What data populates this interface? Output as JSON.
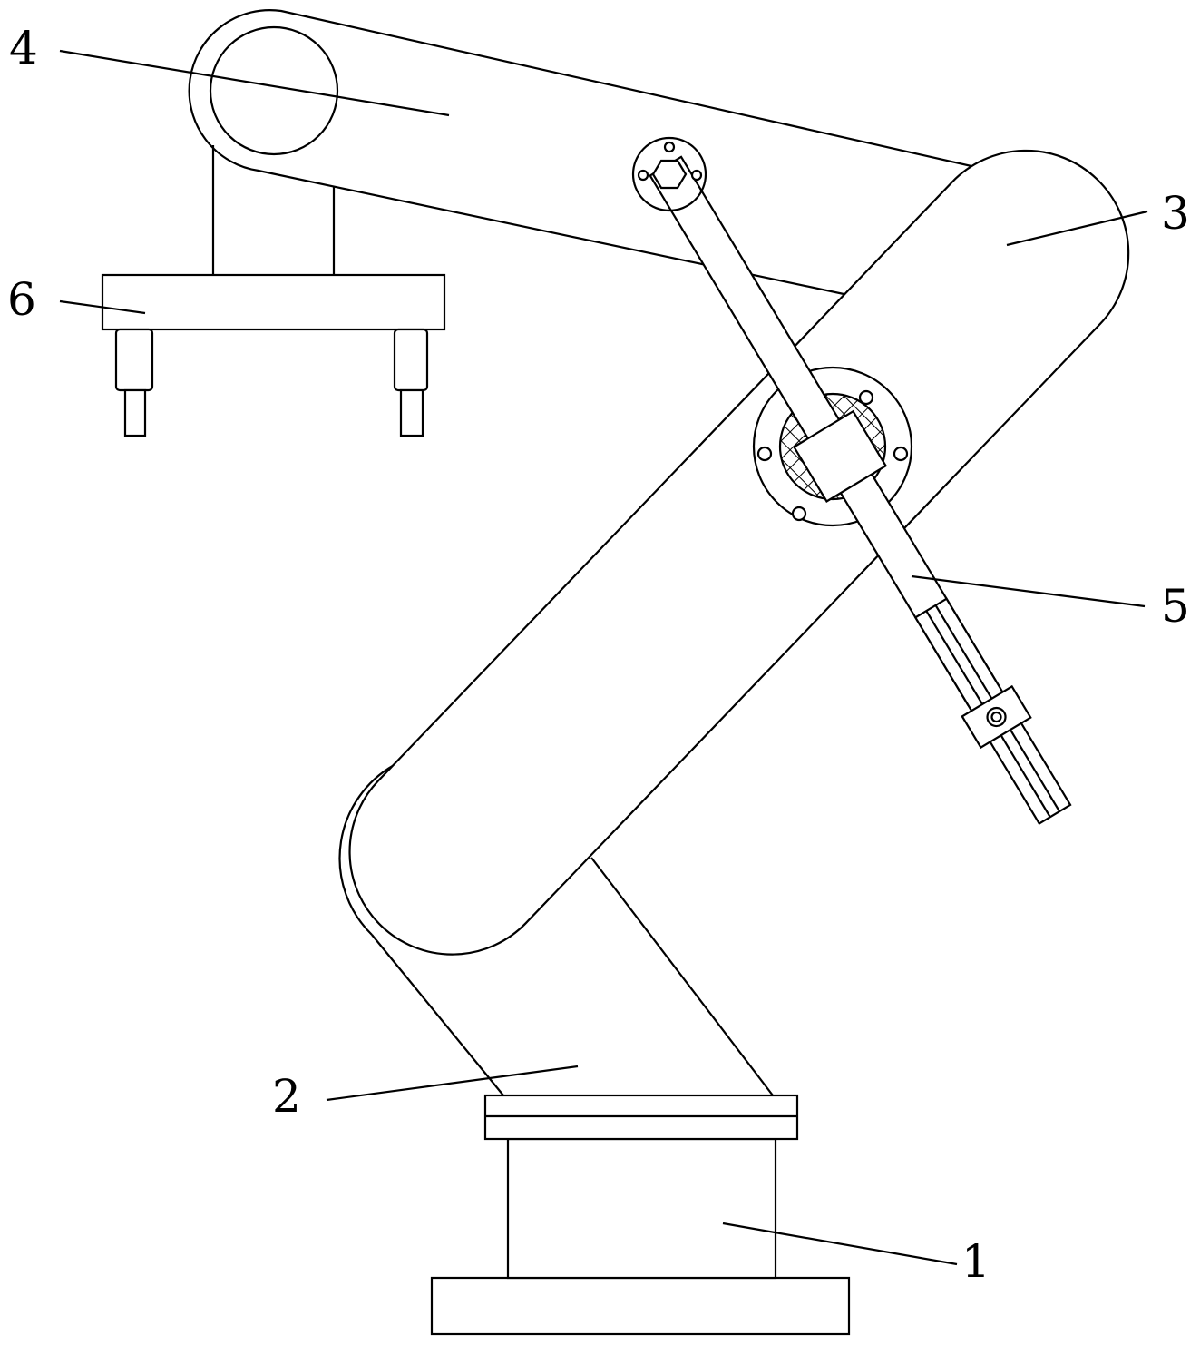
{
  "figure": {
    "labels": [
      {
        "id": "1",
        "text": "1",
        "part": "base"
      },
      {
        "id": "2",
        "text": "2",
        "part": "lower-link"
      },
      {
        "id": "3",
        "text": "3",
        "part": "main-arm"
      },
      {
        "id": "4",
        "text": "4",
        "part": "upper-arm"
      },
      {
        "id": "5",
        "text": "5",
        "part": "support-rod"
      },
      {
        "id": "6",
        "text": "6",
        "part": "gripper-plate"
      }
    ]
  }
}
